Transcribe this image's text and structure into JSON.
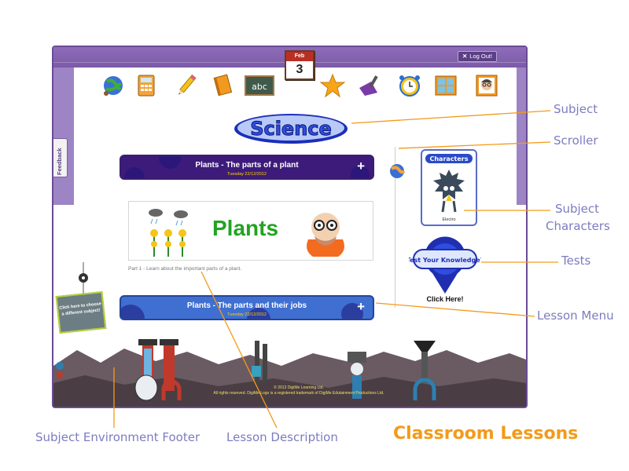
{
  "header": {
    "logout_label": "Log Out!",
    "calendar": {
      "month": "Feb",
      "day": "3"
    }
  },
  "toolbar": {
    "icons": [
      "globe-icon",
      "calculator-icon",
      "pencil-icon",
      "book-icon",
      "abc-chalkboard-icon",
      "star-icon",
      "dustpan-icon",
      "alarm-clock-icon",
      "window-icon",
      "teacher-portrait-icon"
    ]
  },
  "sidebar": {
    "feedback_label": "Feedback"
  },
  "subject": {
    "title": "Science"
  },
  "lessons": [
    {
      "title": "Plants - The parts of a plant",
      "date": "Tuesday 22/12/2012",
      "expand": "+"
    },
    {
      "title": "Plants - The parts and their jobs",
      "date": "Tuesday 22/12/2012",
      "expand": "+"
    }
  ],
  "banner": {
    "word": "Plants"
  },
  "lesson_description": "Part 1 - Learn about the important parts of a plant.",
  "characters": {
    "heading": "Characters",
    "name": "Electro"
  },
  "tests": {
    "heading": "Test Your Knowledge?",
    "cta": "Click Here!"
  },
  "choose_subject": "Click here to choose a different subject!",
  "footer": {
    "copyright_line1": "© 2013 DigiMe Learning Ltd.",
    "copyright_line2": "All rights reserved. DigiMe Logo is a registered trademark of DigiMe Edutainment Productions Ltd."
  },
  "callouts": {
    "subject": "Subject",
    "scroller": "Scroller",
    "subject_characters": "Subject\nCharacters",
    "tests": "Tests",
    "lesson_menu": "Lesson Menu",
    "footer": "Subject Environment Footer",
    "lesson_description": "Lesson Description",
    "page_heading": "Classroom Lessons"
  },
  "colors": {
    "frame": "#7b5aa6",
    "callout_line": "#f39a1a",
    "callout_text": "#7c7cc0",
    "heading": "#f39a1a",
    "lesson_purple": "#3d1b7a",
    "lesson_blue": "#3f6fd1"
  }
}
